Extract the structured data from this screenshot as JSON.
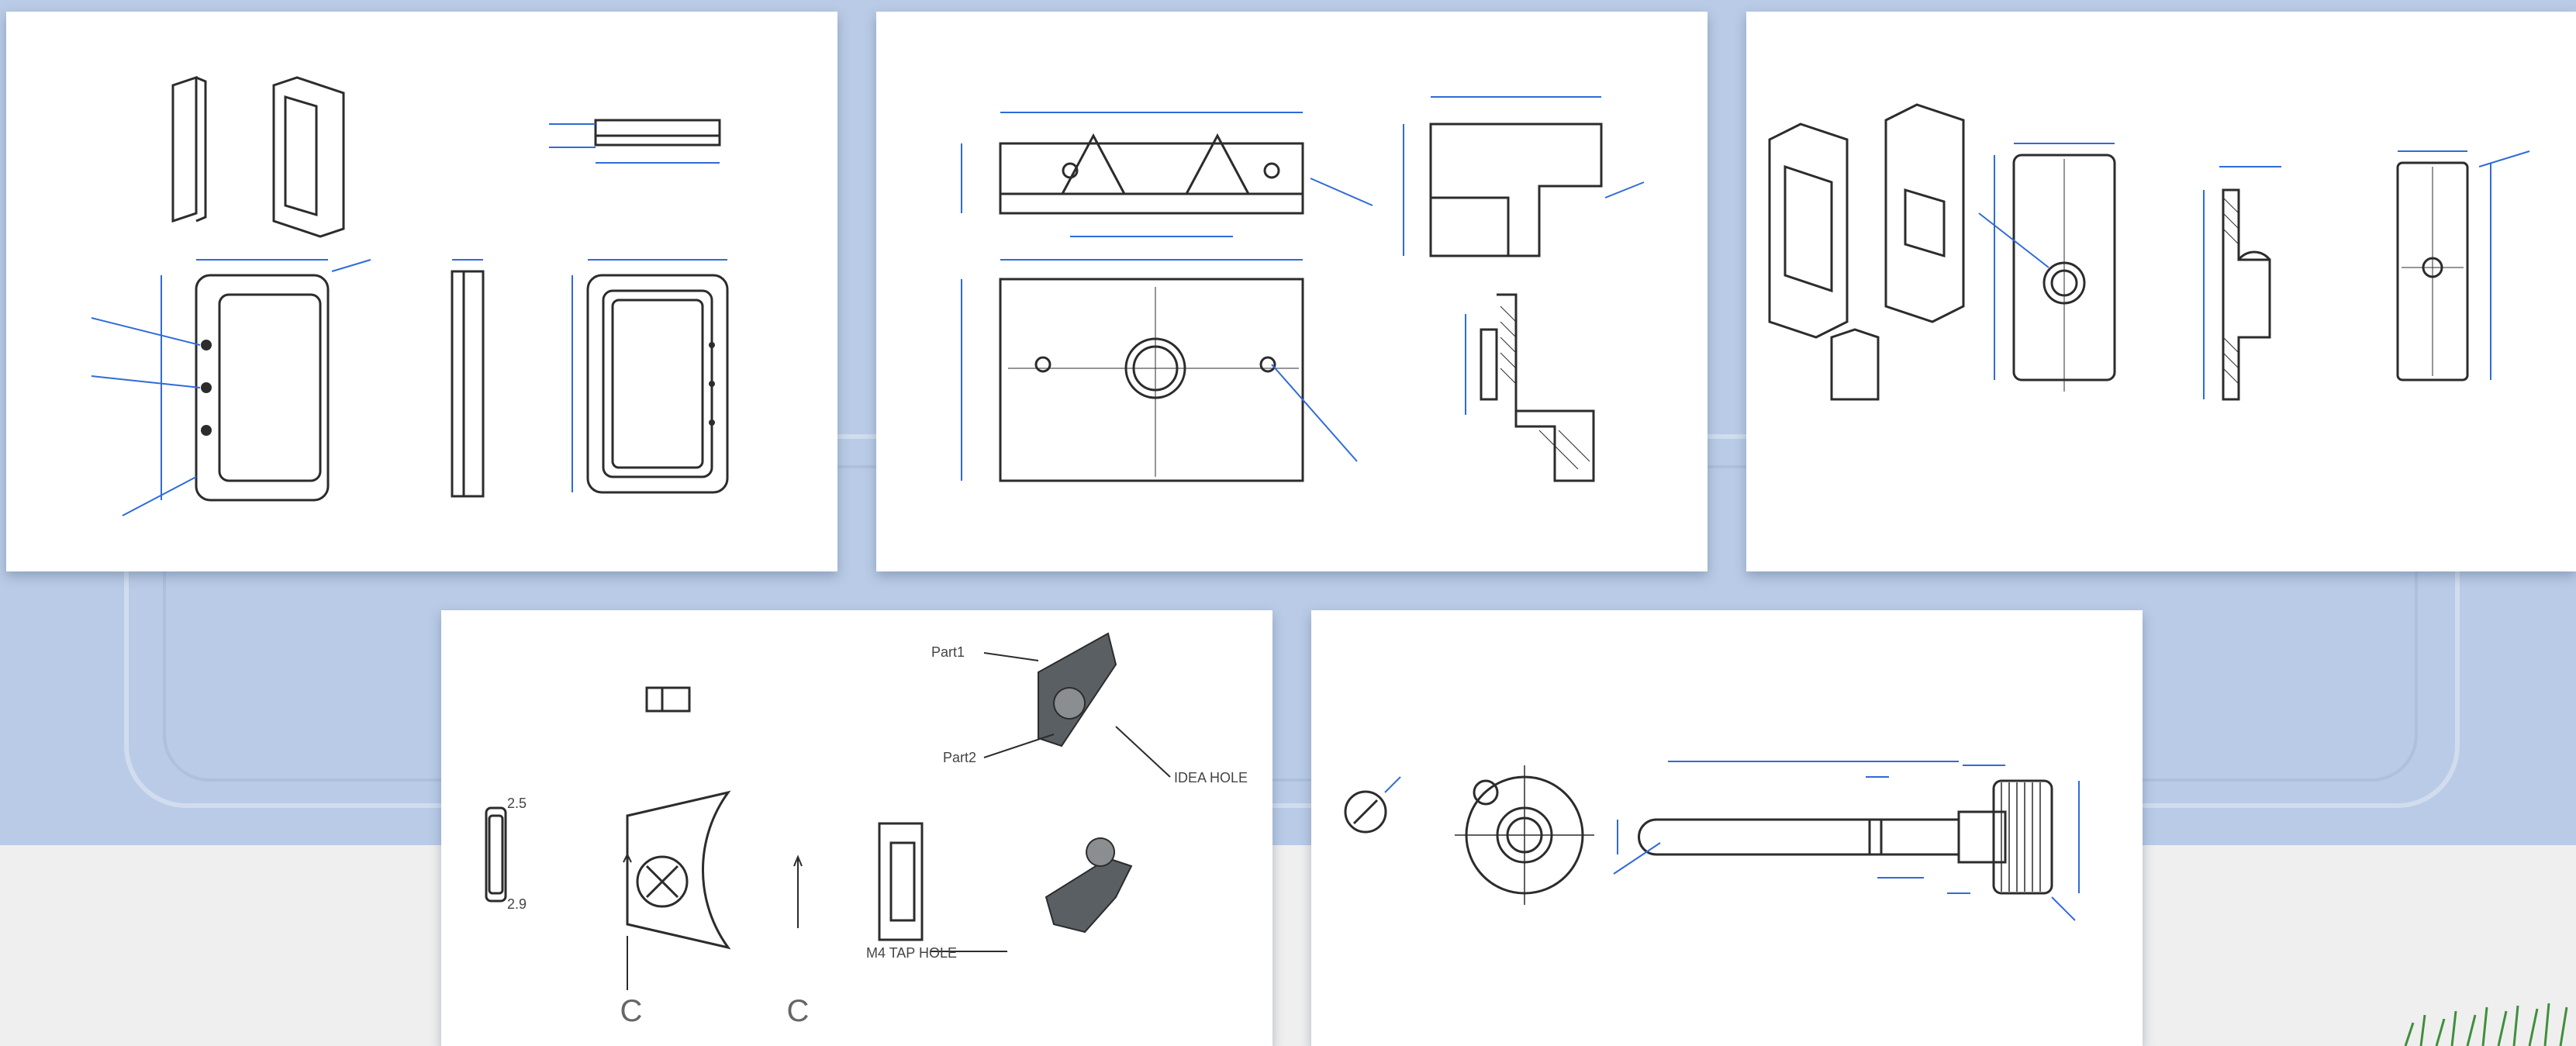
{
  "colors": {
    "background_top": "#b9cbe6",
    "background_bottom": "#efefef",
    "card": "#ffffff",
    "line": "#2c2c2c",
    "dimension": "#2f6bd8"
  },
  "drawings": [
    {
      "id": "drawing-1",
      "subject": "rectangular-frame-part"
    },
    {
      "id": "drawing-2",
      "subject": "slotted-plate-part"
    },
    {
      "id": "drawing-3",
      "subject": "bracket-part"
    },
    {
      "id": "drawing-4",
      "subject": "clip-part",
      "labels": {
        "part1": "Part1",
        "part2": "Part2",
        "hole": "IDEA HOLE",
        "tap_hole": "M4 TAP HOLE",
        "section_left": "C",
        "section_right": "C",
        "dim_top": "2.5",
        "dim_bottom": "2.9"
      }
    },
    {
      "id": "drawing-5",
      "subject": "knurled-pin-part"
    }
  ]
}
